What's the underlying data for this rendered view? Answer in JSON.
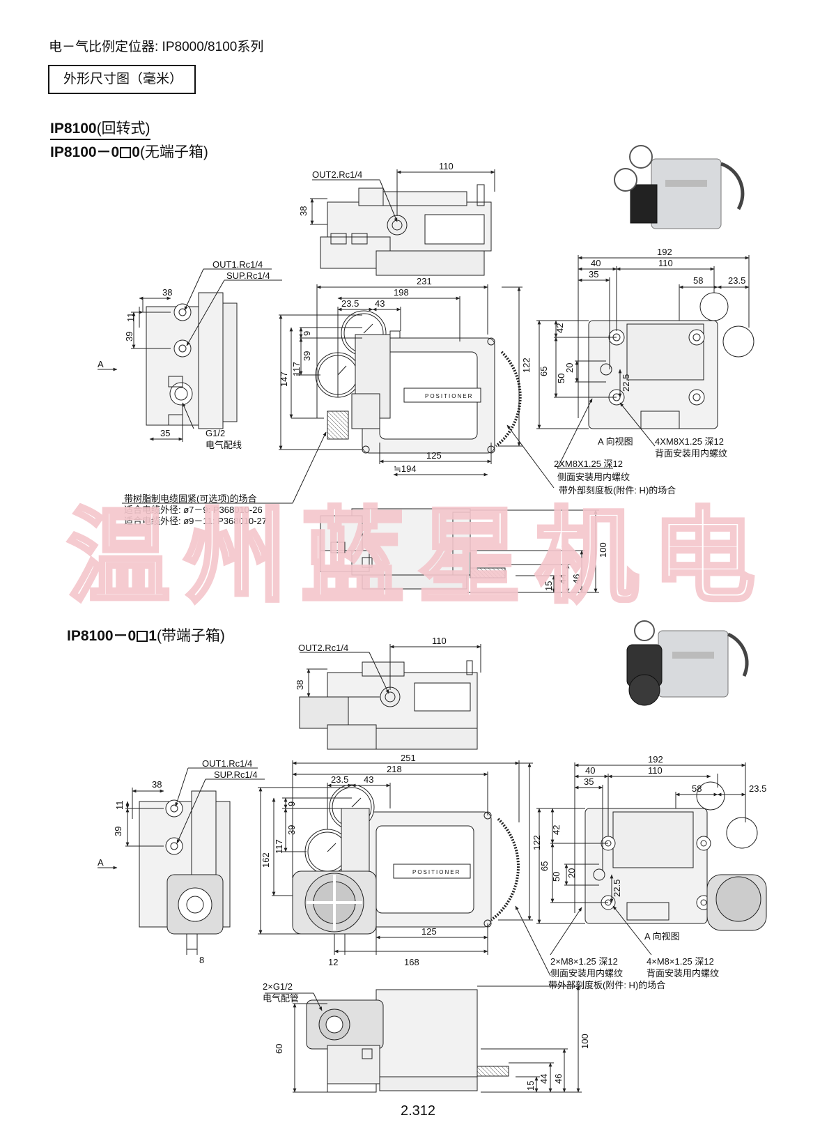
{
  "header": {
    "title": "电－气比例定位器: IP8000/8100系列",
    "section_box": "外形尺寸图（毫米）"
  },
  "models": {
    "m1_base": "IP8100",
    "m1_suffix": "(回转式)",
    "m2_base": "IP8100－0",
    "m2_digit": "0",
    "m2_suffix": "(无端子箱)",
    "m3_base": "IP8100－0",
    "m3_digit": "1",
    "m3_suffix": "(带端子箱)"
  },
  "watermark": "温州蓝星机电",
  "page_number": "2.312",
  "colors": {
    "watermark": "#f4c6cc",
    "line": "#222222",
    "body_fill": "#f2f2f2"
  },
  "d1": {
    "out2": "OUT2.Rc1/4",
    "dim_110": "110",
    "dim_38": "38",
    "out1": "OUT1.Rc1/4",
    "sup": "SUP.Rc1/4",
    "side_38": "38",
    "side_11": "11",
    "side_39": "39",
    "side_35": "35",
    "arrow_a": "A",
    "g12": "G1/2",
    "wiring": "电气配线",
    "dim_231": "231",
    "dim_198": "198",
    "dim_23_5": "23.5",
    "dim_43": "43",
    "dim_9": "9",
    "dim_39": "39",
    "dim_117": "117",
    "dim_147": "147",
    "dim_122": "122",
    "dim_125": "125",
    "dim_194": "≒194",
    "brand": "POSITIONER",
    "r_192": "192",
    "r_40": "40",
    "r_110": "110",
    "r_35": "35",
    "r_58": "58",
    "r_23_5": "23.5",
    "r_42": "42",
    "r_65": "65",
    "r_20": "20",
    "r_50": "50",
    "r_22_5": "22.5",
    "view_a": "A 向视图",
    "thread_4": "4XM8X1.25 深12",
    "thread_4_desc": "背面安装用内螺纹",
    "thread_2": "2XM8X1.25 深12",
    "thread_2_desc": "侧面安装用内螺纹",
    "scale_note": "带外部刻度板(附件: H)的场合",
    "cable_note": "带树脂制电缆固紧(可选项)的场合",
    "cable_1": "适合电缆外径: ø7－9: P368010-26",
    "cable_2": "适合电缆外径: ø9－11: P368010-27",
    "b_100": "100",
    "b_44": "44",
    "b_46": "46",
    "b_15": "15"
  },
  "d2": {
    "out2": "OUT2.Rc1/4",
    "dim_110": "110",
    "dim_38": "38",
    "out1": "OUT1.Rc1/4",
    "sup": "SUP.Rc1/4",
    "side_38": "38",
    "side_11": "11",
    "side_39": "39",
    "side_8": "8",
    "arrow_a": "A",
    "dim_251": "251",
    "dim_218": "218",
    "dim_23_5": "23.5",
    "dim_43": "43",
    "dim_9": "9",
    "dim_39": "39",
    "dim_117": "117",
    "dim_162": "162",
    "dim_122": "122",
    "dim_125": "125",
    "dim_12": "12",
    "dim_168": "168",
    "brand": "POSITIONER",
    "r_192": "192",
    "r_40": "40",
    "r_110": "110",
    "r_35": "35",
    "r_58": "58",
    "r_23_5": "23.5",
    "r_42": "42",
    "r_65": "65",
    "r_20": "20",
    "r_50": "50",
    "r_22_5": "22.5",
    "view_a": "A 向视图",
    "thread_2": "2×M8×1.25 深12",
    "thread_2_desc": "侧面安装用内螺纹",
    "thread_4": "4×M8×1.25 深12",
    "thread_4_desc": "背面安装用内螺纹",
    "scale_note": "带外部刻度板(附件: H)的场合",
    "g12": "2×G1/2",
    "conduit": "电气配管",
    "b_60": "60",
    "b_100": "100",
    "b_44": "44",
    "b_46": "46",
    "b_15": "15"
  }
}
